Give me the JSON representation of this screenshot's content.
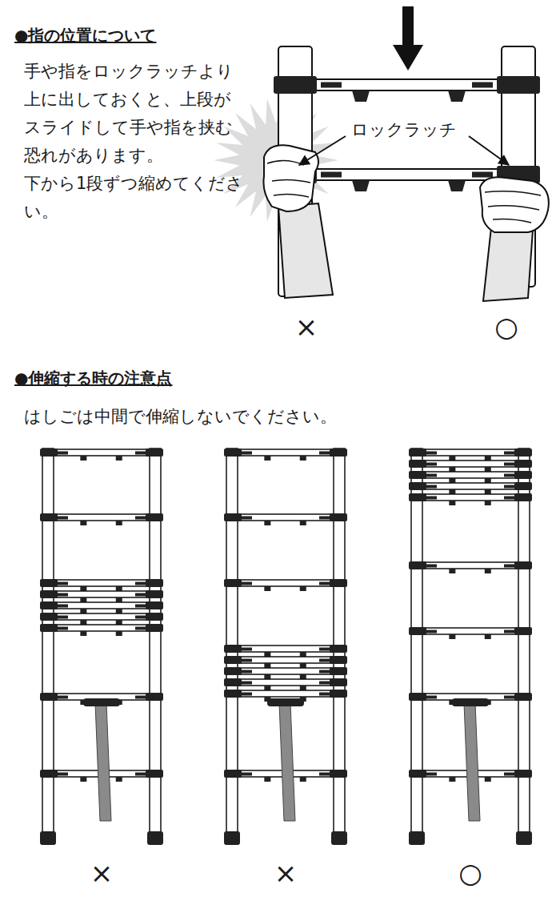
{
  "diagram": {
    "labels": [
      "●指の位置について",
      "手や指をロックラッチより上に出しておくと、上段がスライドして手や指を挟む恐れがあります。",
      "下から1段ずつ縮めてください。",
      "ロックラッチ",
      "×",
      "○",
      "●伸縮する時の注意点",
      "はしごは中間で伸縮しないでください。",
      "×",
      "×",
      "○"
    ]
  }
}
